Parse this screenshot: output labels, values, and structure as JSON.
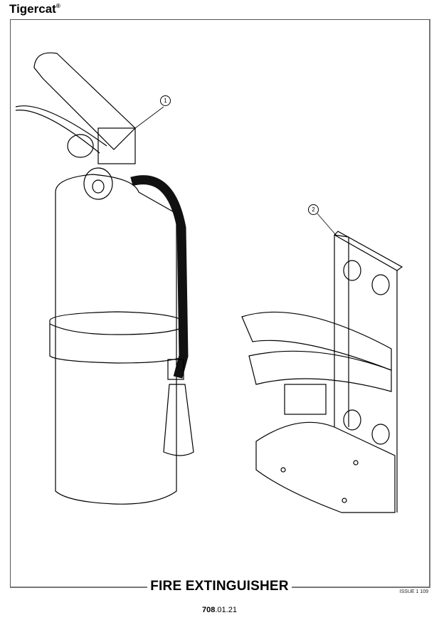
{
  "header": {
    "brand": "Tigercat",
    "registered": "®"
  },
  "figure": {
    "title": "FIRE EXTINGUISHER",
    "callouts": [
      "1",
      "2"
    ]
  },
  "footer": {
    "issue": "ISSUE 1 109",
    "page_bold": "708",
    "page_rest": ".01.21"
  }
}
